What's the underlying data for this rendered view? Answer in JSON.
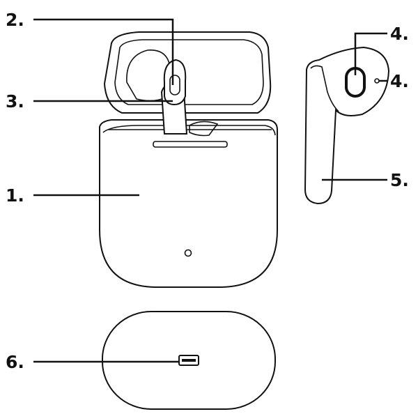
{
  "callouts": {
    "case": "1.",
    "earbud_touch": "2.",
    "earbud_mic": "3.",
    "earbud_sensor": "4.",
    "earbud_speaker": "4.",
    "earbud_stem": "5.",
    "charging_port": "6."
  }
}
